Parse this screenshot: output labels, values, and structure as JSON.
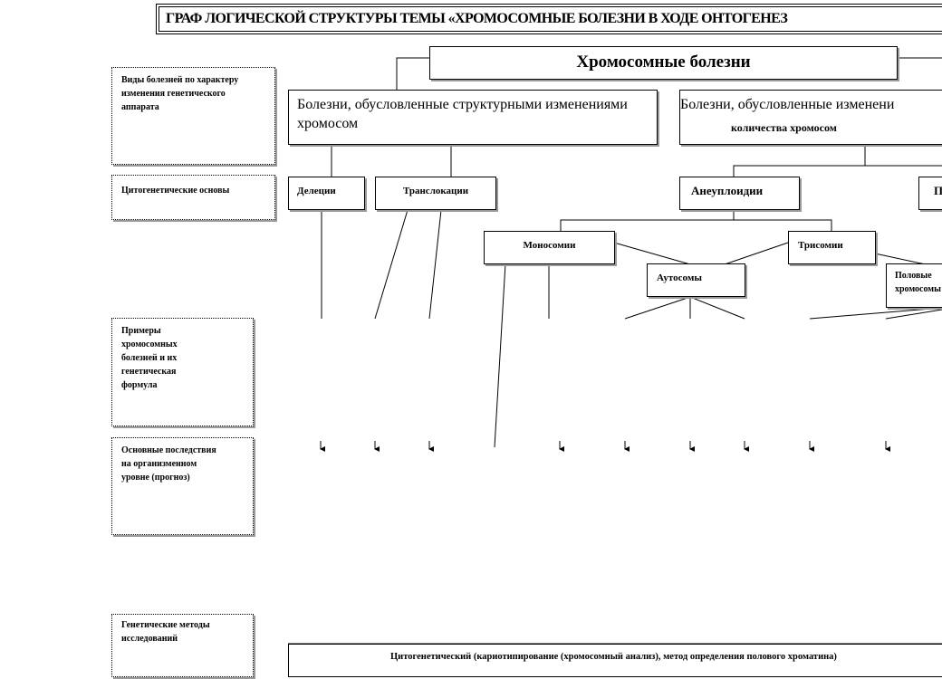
{
  "title": "ГРАФ ЛОГИЧЕСКОЙ СТРУКТУРЫ ТЕМЫ «ХРОМОСОМНЫЕ БОЛЕЗНИ В ХОДЕ ОНТОГЕНЕЗ",
  "root": "Хромосомные болезни",
  "left_labels": {
    "types": "Виды болезней по характеру изменения генетического аппарата",
    "cyto_basis": "Цитогенетические основы",
    "examples": "Примеры хромосомных болезней и их генетическая формула",
    "consequences": "Основные последствия на организменном уровне (прогноз)",
    "methods": "Генетические методы исследований"
  },
  "branches": {
    "structural": "Болезни, обусловленные структурными изменениями хромосом",
    "numeric_line1": "Болезни, обусловленные изменени",
    "numeric_line2": "количества хромосом"
  },
  "nodes": {
    "deletion": "Делеции",
    "translocation": "Транслокации",
    "aneuploidy": "Анеуплоидии",
    "polyploidy_partial": "П",
    "monosomy": "Моносомии",
    "trisomy": "Трисомии",
    "autosomes": "Аутосомы",
    "sex_chrom": "Половые хромосомы"
  },
  "methods_text": "Цитогенетический (кариотипирование (хромосомный анализ), метод определения полового хроматина)"
}
